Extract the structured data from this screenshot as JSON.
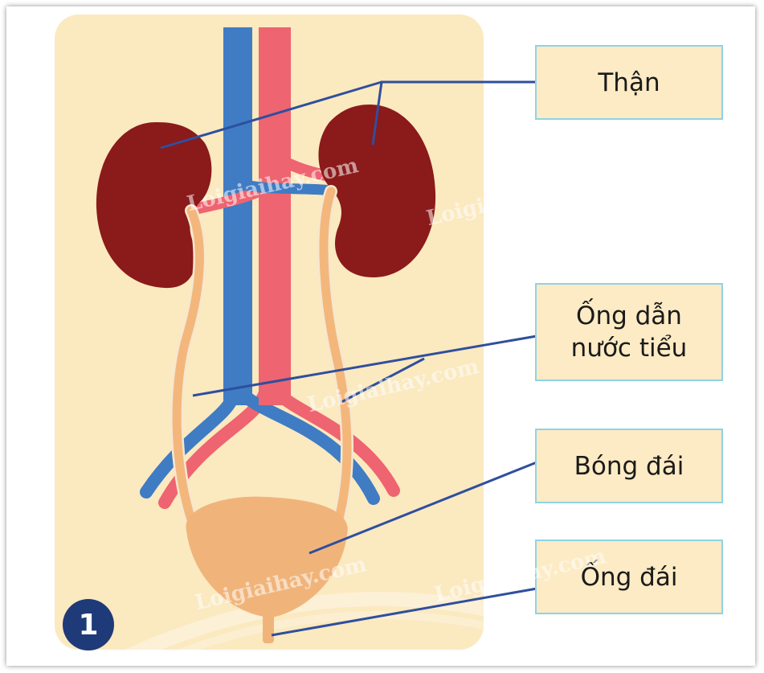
{
  "labels": {
    "kidney": "Thận",
    "ureter": "Ống dẫn\nnước tiểu",
    "bladder": "Bóng đái",
    "urethra": "Ống đái"
  },
  "page_number": "1",
  "watermark": "Loigiaihay.com",
  "colors": {
    "panel": "#fbe9c0",
    "label_fill": "#fcebc4",
    "label_border": "#8fd3e6",
    "kidney": "#8b1a1a",
    "vein": "#3f7cc4",
    "artery": "#ee6470",
    "ureter": "#f3b77c",
    "bladder": "#f0b47a",
    "leader_line": "#2f4f9d",
    "badge": "#1e3a78"
  }
}
